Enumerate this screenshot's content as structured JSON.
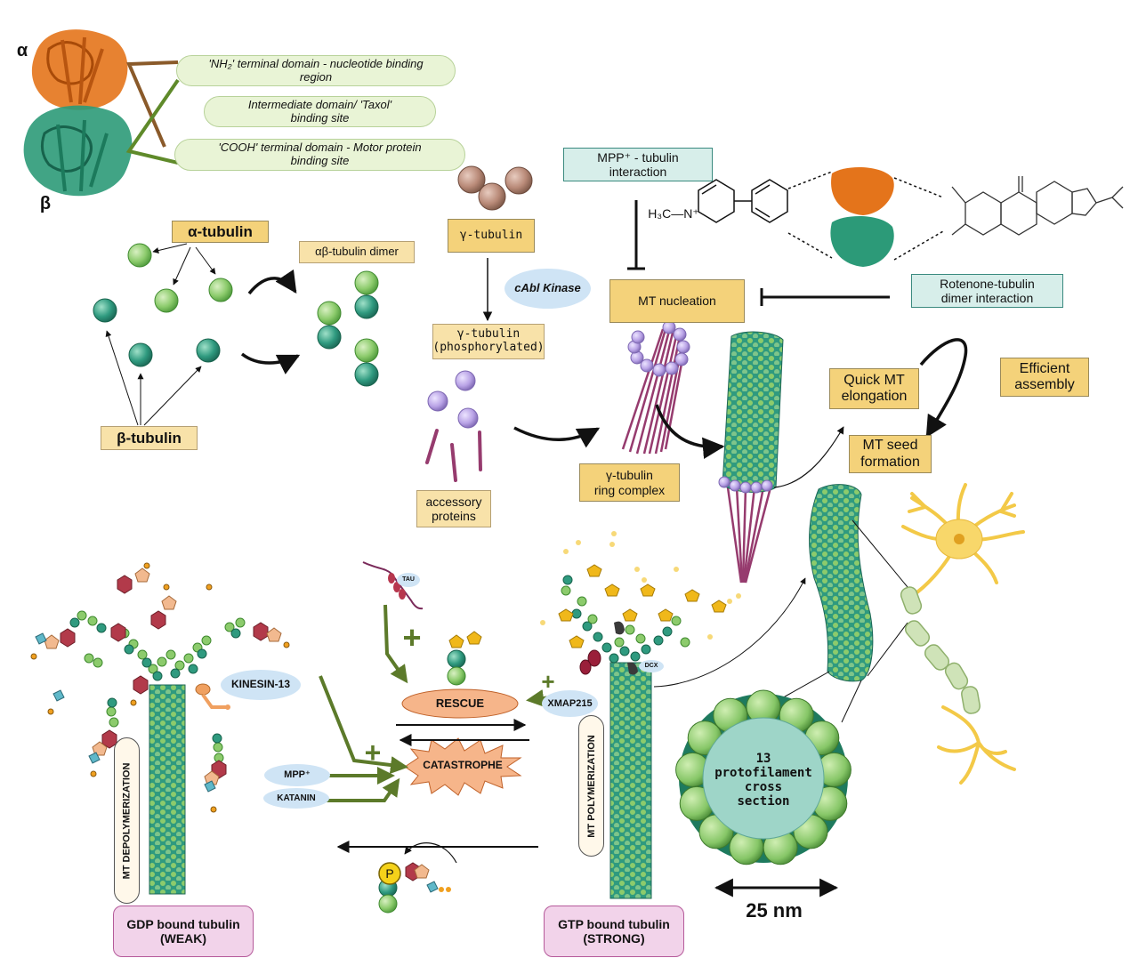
{
  "structure": {
    "alpha_letter": "α",
    "beta_letter": "β",
    "nh2_domain": "'NH₂' terminal domain - nucleotide binding region",
    "intermediate_domain": "Intermediate domain/ 'Taxol' binding site",
    "cooh_domain": "'COOH' terminal domain - Motor protein binding site"
  },
  "dimer": {
    "alpha_label": "α-tubulin",
    "beta_label": "β-tubulin",
    "dimer_label": "αβ-tubulin dimer"
  },
  "gamma": {
    "gamma_label": "γ-tubulin",
    "kinase": "cAbl Kinase",
    "phospho_label": "γ-tubulin\n(phosphorylated)",
    "accessory": "accessory\nproteins",
    "ring_complex": "γ-tubulin\nring complex"
  },
  "nucleation": {
    "mpp_interaction": "MPP⁺ - tubulin\ninteraction",
    "mt_nucleation": "MT nucleation",
    "rotenone_interaction": "Rotenone-tubulin\ndimer interaction",
    "quick_elongation": "Quick MT\nelongation",
    "efficient_assembly": "Efficient\nassembly",
    "seed_formation": "MT seed\nformation",
    "mpp_formula": "H₃C—N⁺"
  },
  "dynamics": {
    "tau": "TAU",
    "kinesin": "KINESIN-13",
    "rescue": "RESCUE",
    "catastrophe": "CATASTROPHE",
    "xmap215": "XMAP215",
    "dcx": "DCX",
    "mpp": "MPP⁺",
    "katanin": "KATANIN",
    "depolymerization": "MT DEPOLYMERIZATION",
    "polymerization": "MT POLYMERIZATION",
    "phosphate": "P",
    "gdp_label": "GDP bound tubulin\n(WEAK)",
    "gtp_label": "GTP bound tubulin\n(STRONG)",
    "plus_sign": "+"
  },
  "cross_section": {
    "label": "13\nprotofilament\ncross\nsection",
    "scale": "25 nm"
  },
  "colors": {
    "alpha_green": "#8ccb6c",
    "beta_teal": "#2f9a7f",
    "gamma_brown": "#b98a78",
    "accessory_purple": "#b9a3e6",
    "accessory_rod": "#963b6e",
    "arrow_olive": "#5c7a2a",
    "tan_box": "#f4d27a",
    "protein_orange": "#d8620d",
    "neuron_yellow": "#f8d76a"
  }
}
